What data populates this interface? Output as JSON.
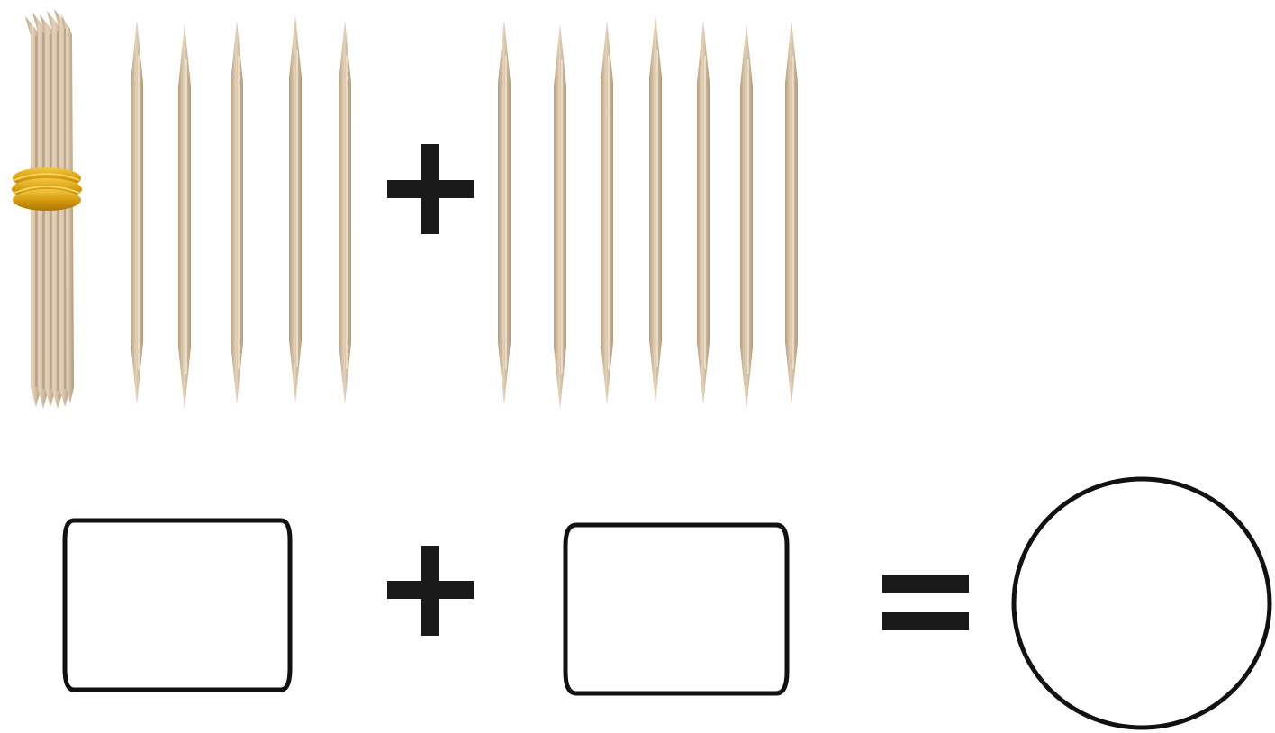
{
  "sticks": {
    "bundle_count": 1,
    "left_loose_count": 5,
    "right_loose_count": 7
  },
  "operators": {
    "top_plus": "plus",
    "bottom_plus": "plus",
    "equals": "equals"
  },
  "answer_boxes": {
    "first_value": "",
    "second_value": "",
    "result_value": ""
  },
  "colors": {
    "stick_body": "#d7c3a6",
    "stick_shadow": "#b69c7d",
    "rubber_band": "#e0a417",
    "operator": "#1a1a1a",
    "box_stroke": "#111111"
  }
}
